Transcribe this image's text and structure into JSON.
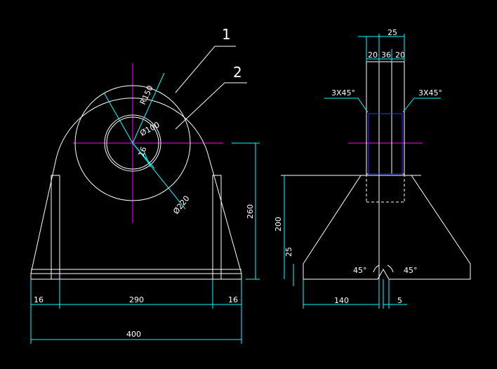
{
  "colors": {
    "background": "#000000",
    "outline": "#ffffff",
    "dimension": "#00ffff",
    "centerline": "#ff00ff",
    "hidden": "#0000ff",
    "text": "#ffffff"
  },
  "leaders": {
    "part1": "1",
    "part2": "2"
  },
  "front_view": {
    "radius_outer": "R150",
    "dia_middle": "Ø220",
    "dia_bore": "Ø100",
    "bore_tick": "16",
    "height_center": "260",
    "width_left_rib": "16",
    "width_between": "290",
    "width_right_rib": "16",
    "width_total": "400"
  },
  "side_view": {
    "top_width": "25",
    "top_left": "20",
    "top_mid": "36",
    "top_right": "20",
    "chamfer_left": "3X45°",
    "chamfer_right": "3X45°",
    "height_base": "200",
    "height_foot": "25",
    "angle_left": "45°",
    "angle_right": "45°",
    "width_base": "140",
    "gap": "5"
  }
}
